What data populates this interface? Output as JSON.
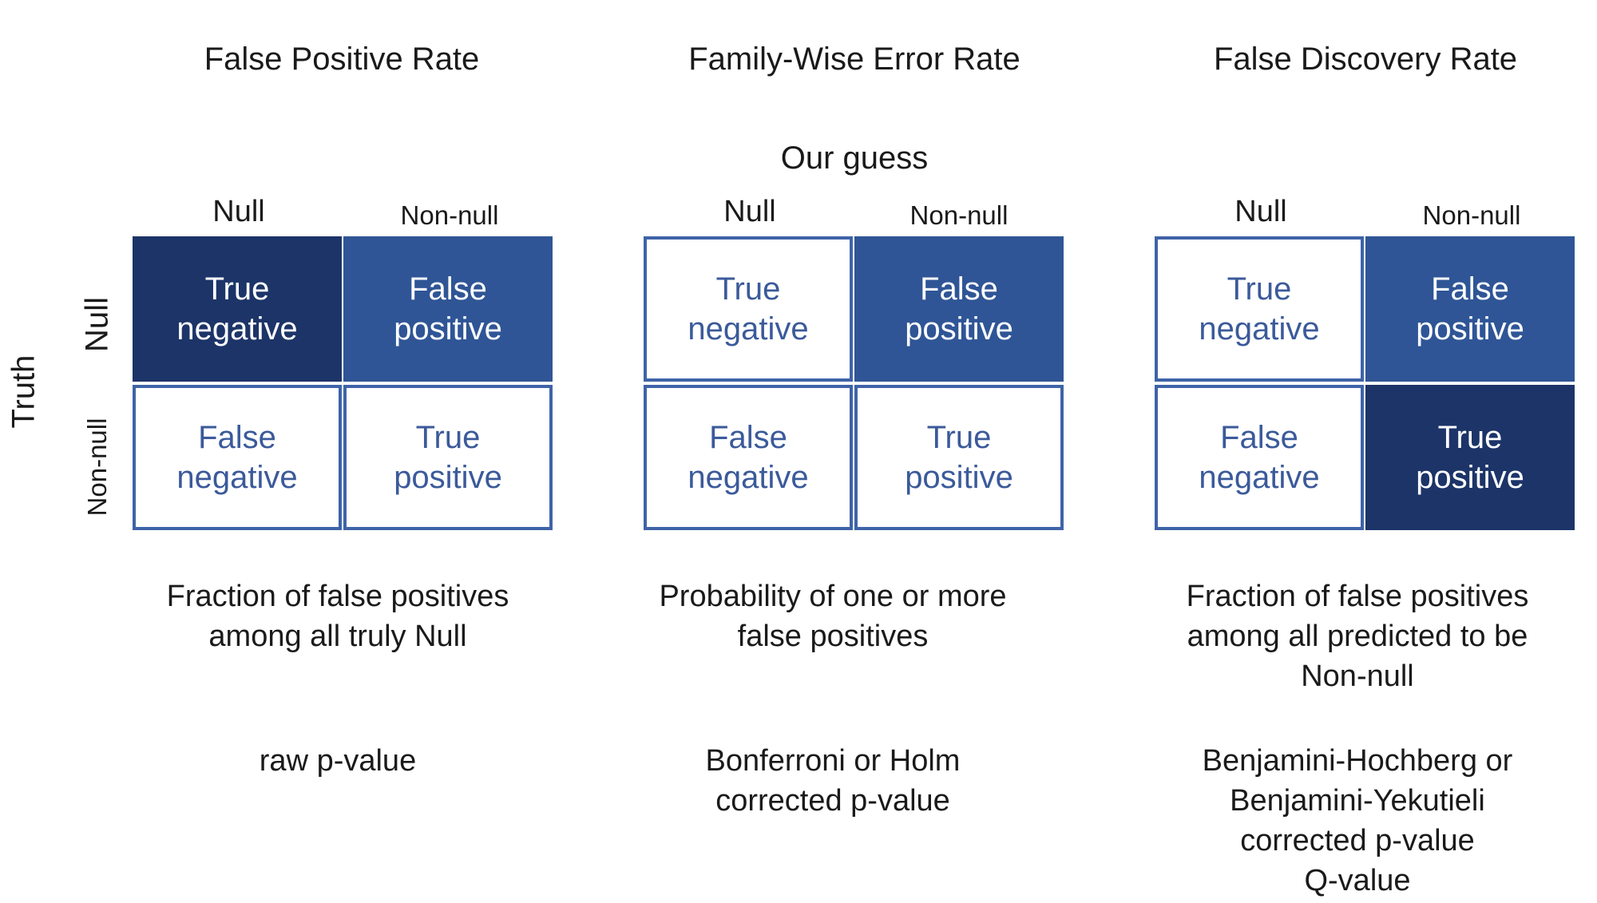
{
  "titles": [
    "False Positive Rate",
    "Family-Wise Error Rate",
    "False Discovery Rate"
  ],
  "axis": {
    "guess": "Our guess",
    "truth": "Truth",
    "null": "Null",
    "non_null": "Non-null"
  },
  "cells": {
    "true_negative": [
      "True",
      "negative"
    ],
    "false_positive": [
      "False",
      "positive"
    ],
    "false_negative": [
      "False",
      "negative"
    ],
    "true_positive": [
      "True",
      "positive"
    ]
  },
  "highlight_colors": {
    "dark": "#1c3468",
    "medium": "#2f5596",
    "outline": "#3f63a8"
  },
  "panels": [
    {
      "highlight": {
        "true_negative": "dark",
        "false_positive": "medium",
        "false_negative": "none",
        "true_positive": "none"
      },
      "definition": [
        "Fraction of false positives",
        "among all truly Null"
      ],
      "method": [
        "raw p-value"
      ]
    },
    {
      "highlight": {
        "true_negative": "none",
        "false_positive": "medium",
        "false_negative": "none",
        "true_positive": "none"
      },
      "definition": [
        "Probability of one or more",
        "false positives"
      ],
      "method": [
        "Bonferroni or Holm",
        "corrected p-value"
      ]
    },
    {
      "highlight": {
        "true_negative": "none",
        "false_positive": "medium",
        "false_negative": "none",
        "true_positive": "dark"
      },
      "definition": [
        "Fraction of false positives",
        "among all predicted to be",
        "Non-null"
      ],
      "method": [
        "Benjamini-Hochberg or",
        "Benjamini-Yekutieli",
        "corrected p-value",
        "Q-value"
      ]
    }
  ]
}
